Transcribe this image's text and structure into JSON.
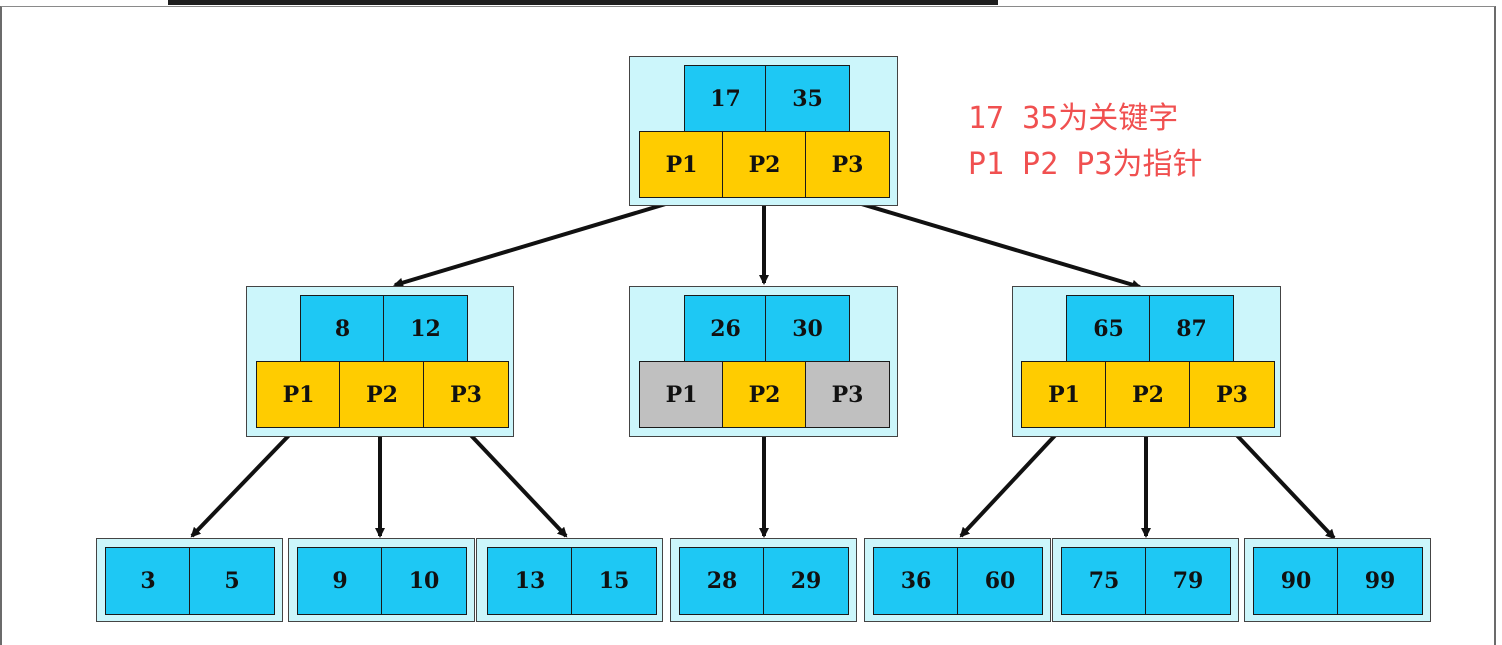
{
  "root": {
    "keys": [
      "17",
      "35"
    ],
    "pointers": [
      "P1",
      "P2",
      "P3"
    ],
    "null_pointers": []
  },
  "level1": [
    {
      "keys": [
        "8",
        "12"
      ],
      "pointers": [
        "P1",
        "P2",
        "P3"
      ],
      "null_pointers": []
    },
    {
      "keys": [
        "26",
        "30"
      ],
      "pointers": [
        "P1",
        "P2",
        "P3"
      ],
      "null_pointers": [
        0,
        2
      ]
    },
    {
      "keys": [
        "65",
        "87"
      ],
      "pointers": [
        "P1",
        "P2",
        "P3"
      ],
      "null_pointers": []
    }
  ],
  "leaves": [
    {
      "keys": [
        "3",
        "5"
      ]
    },
    {
      "keys": [
        "9",
        "10"
      ]
    },
    {
      "keys": [
        "13",
        "15"
      ]
    },
    {
      "keys": [
        "28",
        "29"
      ]
    },
    {
      "keys": [
        "36",
        "60"
      ]
    },
    {
      "keys": [
        "75",
        "79"
      ]
    },
    {
      "keys": [
        "90",
        "99"
      ]
    }
  ],
  "legend": {
    "line1": "17 35为关键字",
    "line2": "P1 P2 P3为指针"
  },
  "colors": {
    "key": "#1ec8f4",
    "pointer": "#ffcc00",
    "null_pointer": "#c0c0c0",
    "node_bg": "#ccf6fb",
    "legend_text": "#f05050"
  }
}
